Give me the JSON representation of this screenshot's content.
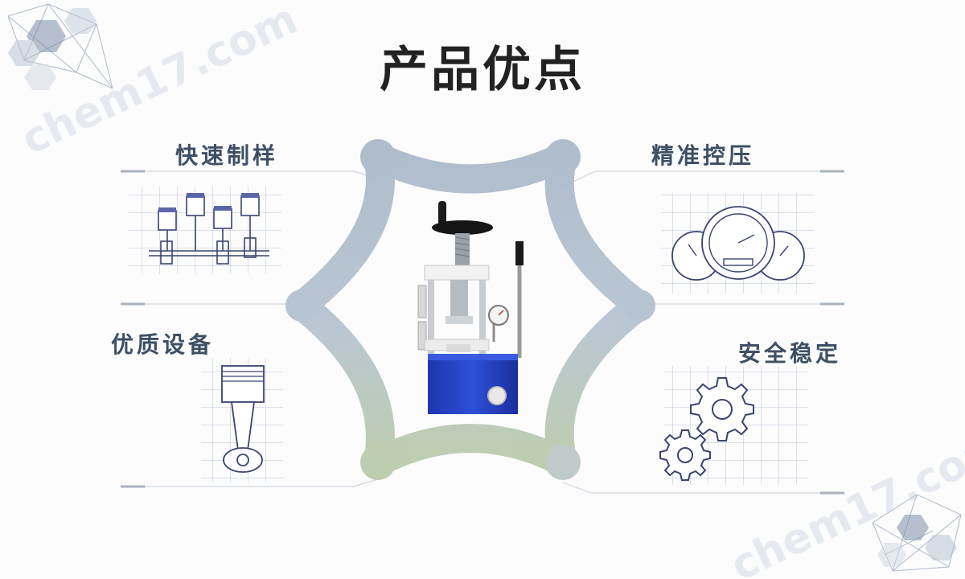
{
  "title": "产品优点",
  "features": {
    "fast_sample": "快速制样",
    "precise_pressure": "精准控压",
    "quality_equipment": "优质设备",
    "safe_stable": "安全稳定"
  },
  "watermark": "chem17.com",
  "colors": {
    "title": "#222222",
    "label": "#3d4f63",
    "press_body": "#2443c9",
    "star_top": "#a7b7c8",
    "star_bottom": "#b7c9a7",
    "grid": "#b8c4d8",
    "sketch": "#3a4470"
  },
  "icons": [
    "pistons-crankshaft-icon",
    "gauge-cluster-icon",
    "piston-rod-icon",
    "gears-icon",
    "hydraulic-press-image"
  ]
}
